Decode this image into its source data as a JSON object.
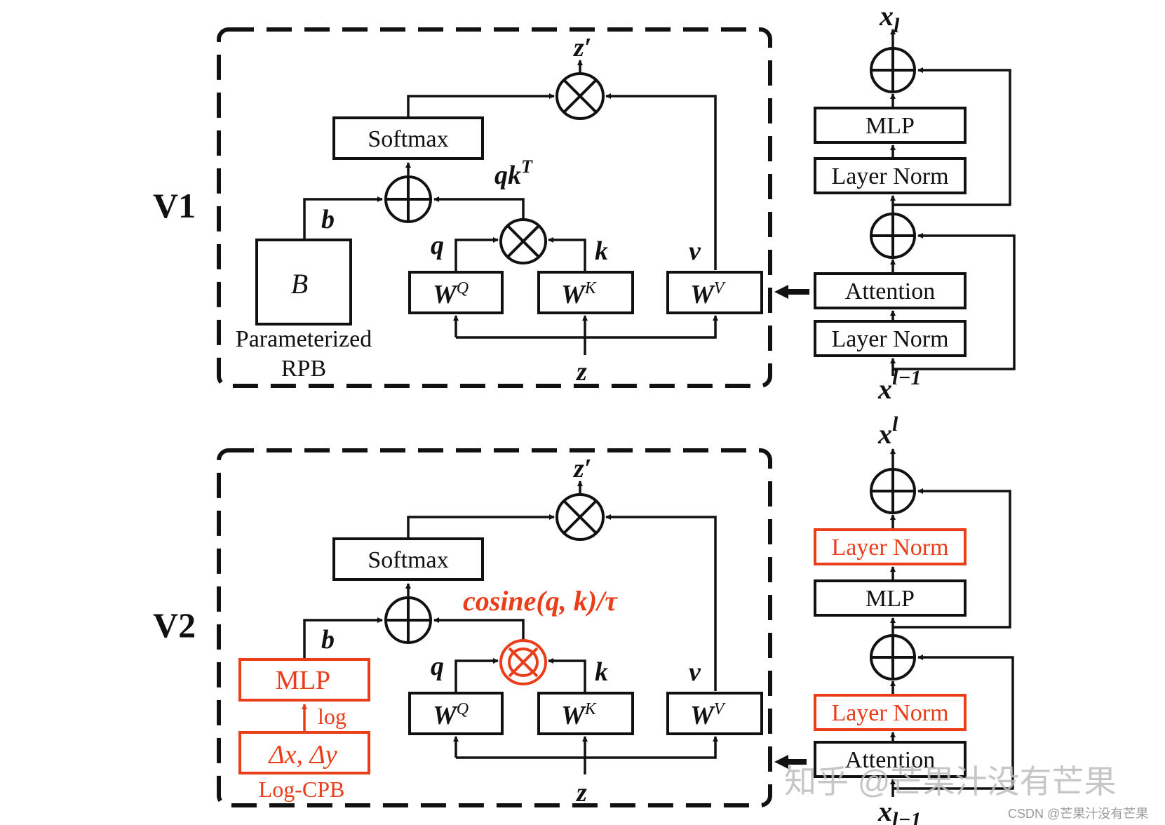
{
  "diagram": {
    "colors": {
      "line": "#111111",
      "highlight": "#ea3d1a",
      "watermark": "#bdbdbd"
    },
    "v1": {
      "label": "V1",
      "output": "z′",
      "softmax": "Softmax",
      "qk_label": "qk",
      "qk_sup": "T",
      "b_label": "b",
      "bias_box": "B",
      "bias_caption_1": "Parameterized",
      "bias_caption_2": "RPB",
      "q_label": "q",
      "k_label": "k",
      "v_label": "v",
      "wq": "W",
      "wq_sup": "Q",
      "wk": "W",
      "wk_sup": "K",
      "wv": "W",
      "wv_sup": "V",
      "input": "z",
      "block": {
        "output": "x",
        "output_sub": "l",
        "mlp": "MLP",
        "norm_top": "Layer Norm",
        "attention": "Attention",
        "norm_bottom": "Layer Norm",
        "input": "x",
        "input_sup": "l−1"
      }
    },
    "v2": {
      "label": "V2",
      "output": "z′",
      "softmax": "Softmax",
      "cosine_label": "cosine(q, k)/τ",
      "b_label": "b",
      "mlp": "MLP",
      "log_label": "log",
      "delta_box": "Δx, Δy",
      "cpb_caption": "Log-CPB",
      "q_label": "q",
      "k_label": "k",
      "v_label": "v",
      "wq": "W",
      "wq_sup": "Q",
      "wk": "W",
      "wk_sup": "K",
      "wv": "W",
      "wv_sup": "V",
      "input": "z",
      "block": {
        "output": "x",
        "output_sup": "l",
        "norm_top": "Layer Norm",
        "mlp": "MLP",
        "norm_bottom": "Layer Norm",
        "attention": "Attention",
        "input": "x",
        "input_sub": "l−1"
      }
    },
    "watermark": "知乎 @芒果汁没有芒果",
    "credit": "CSDN @芒果汁没有芒果"
  }
}
